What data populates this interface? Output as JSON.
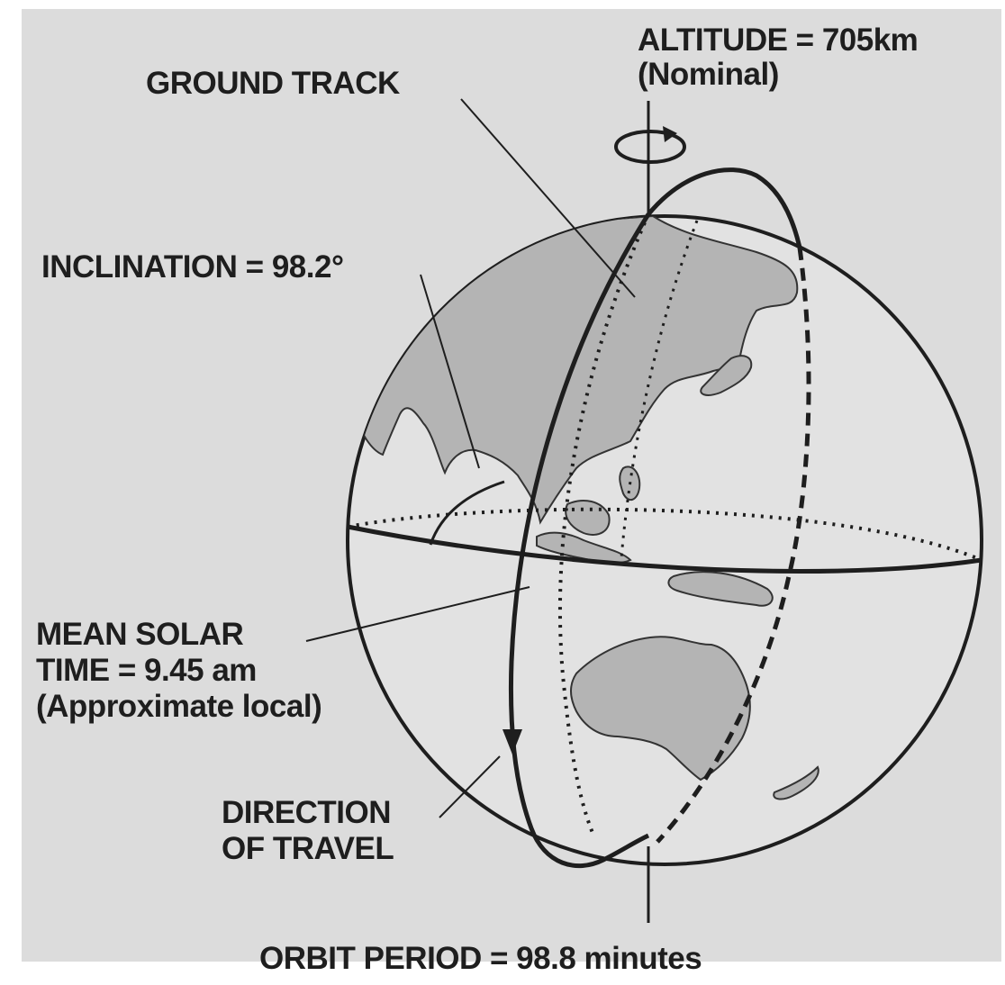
{
  "labels": {
    "altitude_line1": "ALTITUDE  = 705km",
    "altitude_line2": "(Nominal)",
    "ground_track": "GROUND TRACK",
    "inclination": "INCLINATION  = 98.2°",
    "mean_solar_line1": "MEAN SOLAR",
    "mean_solar_line2": "TIME = 9.45 am",
    "mean_solar_line3": "(Approximate local)",
    "direction_line1": "DIRECTION",
    "direction_line2": "OF TRAVEL",
    "orbit_period": "ORBIT PERIOD = 98.8 minutes"
  },
  "colors": {
    "background": "#dcdcdc",
    "ink": "#1e1e1e",
    "land": "#b4b4b4",
    "ocean": "#e2e2e2"
  }
}
